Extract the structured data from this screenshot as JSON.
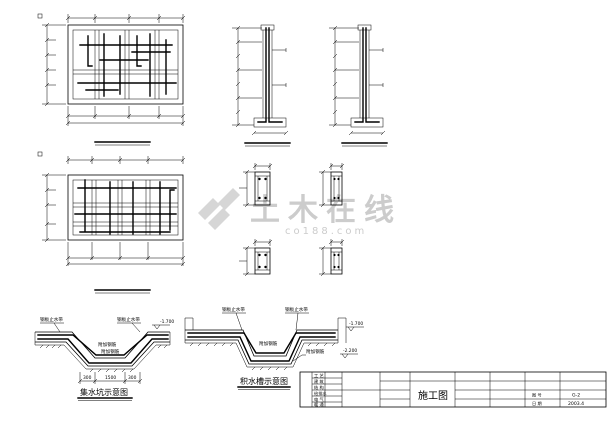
{
  "drawing": {
    "watermark": {
      "name": "土木在线",
      "url": "co188.com"
    },
    "sump_pit": {
      "caption": "集水坑示意图",
      "labels": [
        "钢板止水带",
        "钢板止水带",
        "附加钢筋",
        "附加钢筋"
      ],
      "dimensions": [
        "300",
        "1500",
        "300"
      ],
      "elevation": "-1.700"
    },
    "drain_trench": {
      "caption": "积水槽示意图",
      "labels": [
        "钢板止水带",
        "钢板止水带",
        "附加钢筋",
        "附加钢筋"
      ],
      "elevations": [
        "-1.700",
        "-2.200"
      ]
    },
    "title_block": {
      "discipline_rows": [
        "工 艺",
        "建 筑",
        "结 构",
        "给排水",
        "电 气",
        "暖 通"
      ],
      "stage": "施工图",
      "drawing_no_label": "图 号",
      "drawing_no": "G-2",
      "date_label": "日 期",
      "date": "2003.4"
    }
  },
  "colors": {
    "line": "#000000",
    "background": "#ffffff",
    "watermark": "#cccccc"
  }
}
